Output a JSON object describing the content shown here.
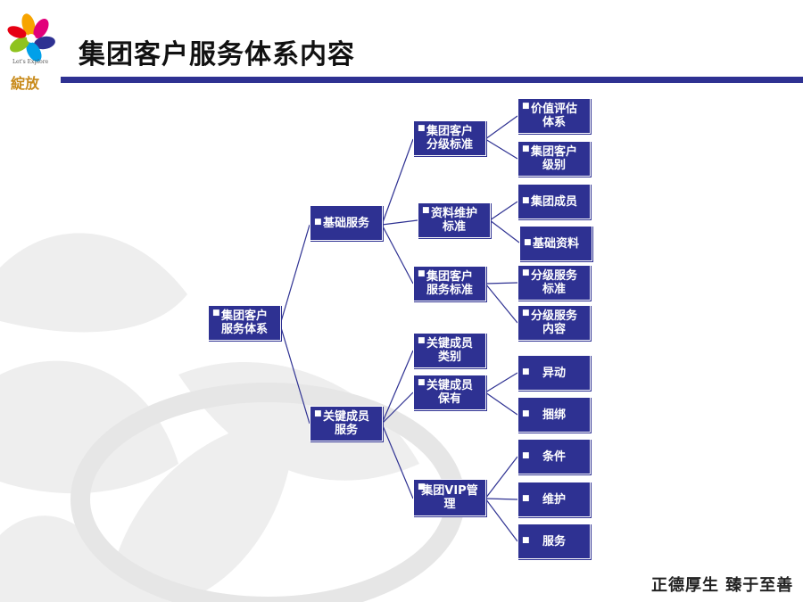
{
  "header": {
    "logo_tagline": "Let's Explore",
    "logo_word": "綻放",
    "title": "集团客户服务体系内容"
  },
  "diagram": {
    "root": "集团客户\n服务体系",
    "basic": "基础服务",
    "basic_std1": "集团客户\n分级标准",
    "basic_std2": "资料维护\n标准",
    "basic_std3": "集团客户\n服务标准",
    "leaf_value_eval": "价值评估\n体系",
    "leaf_group_level": "集团客户\n级别",
    "leaf_member": "集团成员",
    "leaf_basic_info": "基础资料",
    "leaf_tier_std": "分级服务\n标准",
    "leaf_tier_content": "分级服务\n内容",
    "key": "关键成员\n服务",
    "key_type": "关键成员\n类别",
    "key_retain": "关键成员\n保有",
    "key_vip": "集团VIP管\n理",
    "leaf_change": "异动",
    "leaf_bind": "捆绑",
    "leaf_condition": "条件",
    "leaf_maintain": "维护",
    "leaf_service": "服务"
  },
  "footer": {
    "motto": "正德厚生 臻于至善"
  },
  "colors": {
    "node_fill": "#2e3192",
    "title_rule": "#2e3192",
    "connector": "#2e3192",
    "watermark": "#eeeeee"
  }
}
